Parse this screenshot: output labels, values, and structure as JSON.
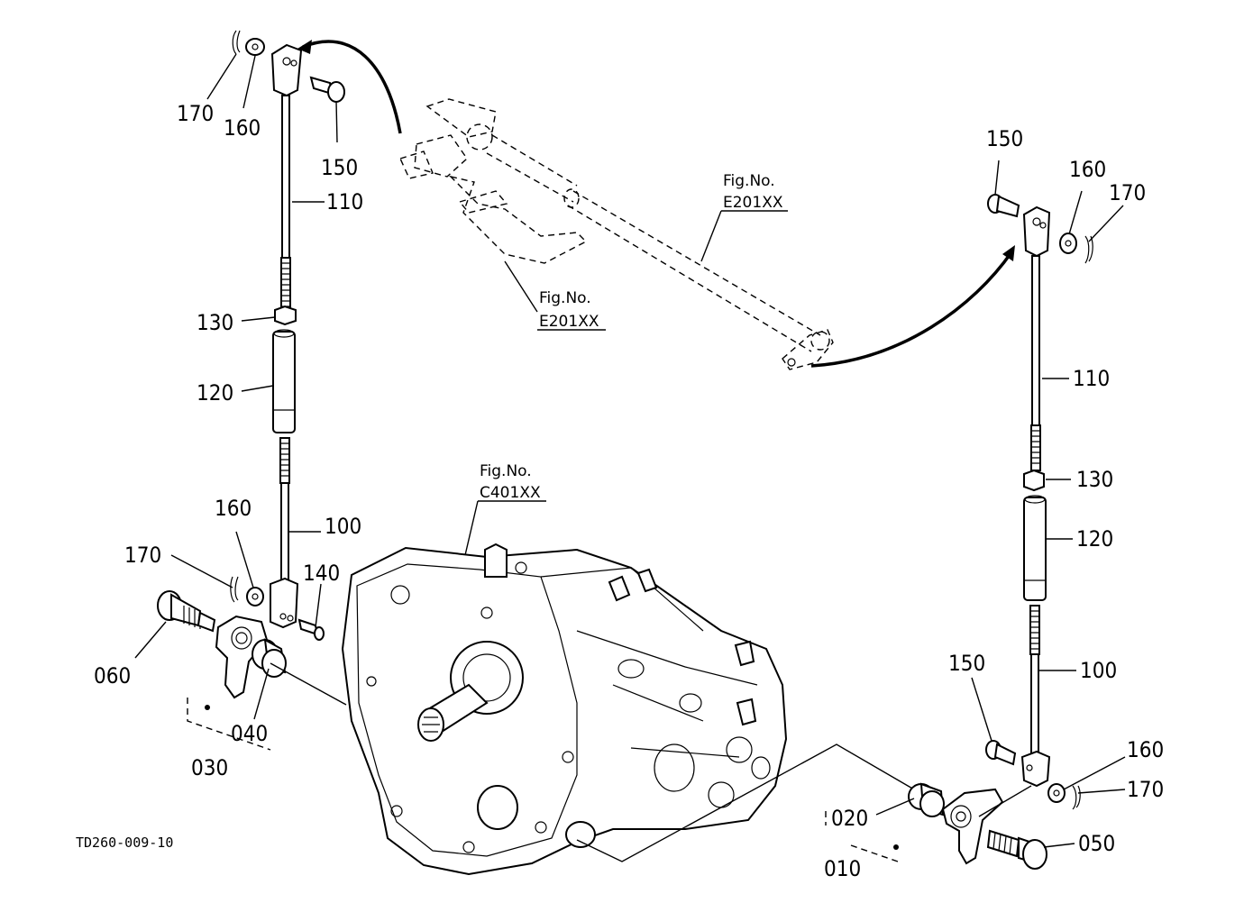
{
  "drawing_code": "TD260-009-10",
  "figure_refs": [
    {
      "prefix": "Fig.No.",
      "code": "E201XX"
    },
    {
      "prefix": "Fig.No.",
      "code": "E201XX"
    },
    {
      "prefix": "Fig.No.",
      "code": "C401XX"
    }
  ],
  "labels": {
    "l170a": "170",
    "l160a": "160",
    "l150a": "150",
    "l110a": "110",
    "l130a": "130",
    "l120a": "120",
    "l160b": "160",
    "l100a": "100",
    "l170b": "170",
    "l140": "140",
    "l060": "060",
    "l040": "040",
    "l030": "030",
    "l150b": "150",
    "l160c": "160",
    "l170c": "170",
    "l110b": "110",
    "l130b": "130",
    "l120b": "120",
    "l150c": "150",
    "l100b": "100",
    "l160d": "160",
    "l170d": "170",
    "l020": "020",
    "l050": "050",
    "l010": "010"
  }
}
